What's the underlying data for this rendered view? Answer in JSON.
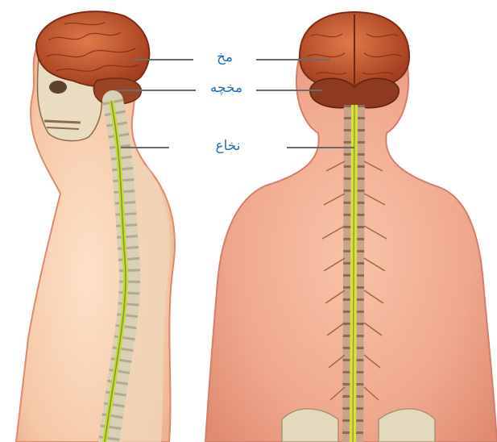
{
  "labels": {
    "brain": "مخ",
    "cerebellum": "مخچه",
    "spinal_cord": "نخاع"
  },
  "colors": {
    "skin": "#f3b59a",
    "brain": "#c4552e",
    "cerebellum": "#8e3a20",
    "spinal_cord": "#d8df3c",
    "vertebra": "#d9d0b8",
    "label_text": "#1f6fb2",
    "leader_line": "#6b6b6b"
  }
}
